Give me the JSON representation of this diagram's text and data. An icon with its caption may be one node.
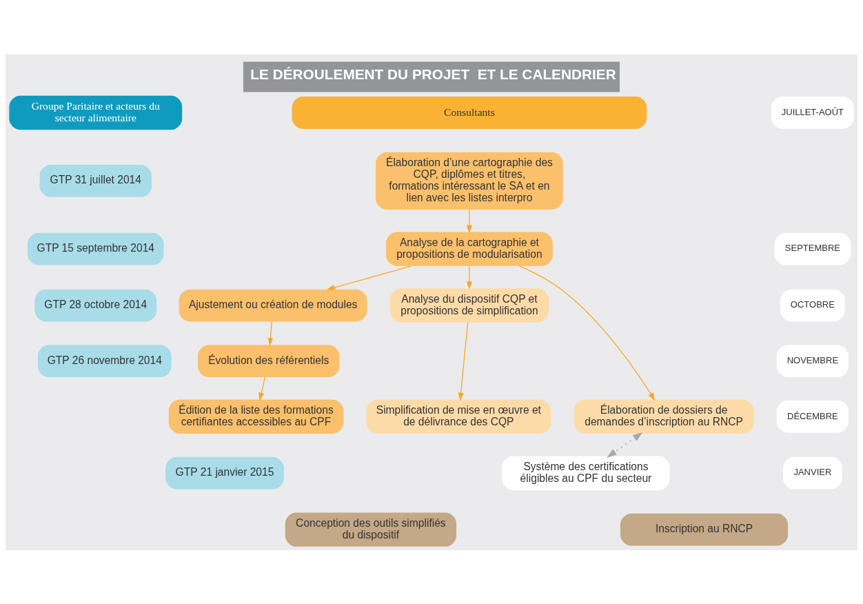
{
  "diagram": {
    "title": "LE DÉROULEMENT DU PROJET  ET LE CALENDRIER",
    "nodes": [
      {
        "text": [
          "Consultants"
        ]
      },
      {
        "text": [
          "Groupe Paritaire et acteurs du secteur alimentaire"
        ]
      },
      {
        "text": [
          "Élaboration d’une cartographie des CQP, diplômes et titres, formations intéressant le SA et en lien avec les listes interpro"
        ]
      },
      {
        "text": [
          "Analyse de la cartographie et propositions de modularisation"
        ]
      },
      {
        "text": [
          "Ajustement ou création de modules"
        ]
      },
      {
        "text": [
          "Analyse du dispositif CQP et propositions de simplification"
        ]
      },
      {
        "text": [
          "Évolution des référentiels"
        ]
      },
      {
        "text": [
          "Élaboration de dossiers de demandes d’inscription au RNCP"
        ]
      },
      {
        "text": [
          "Édition de la liste des formations certifiantes accessibles au CPF"
        ]
      },
      {
        "text": [
          "Simplification de mise en œuvre et de délivrance des CQP"
        ]
      },
      {
        "text": [
          "Inscription au RNCP"
        ]
      },
      {
        "text": [
          "Conception des outils simplifiés du dispositif"
        ]
      },
      {
        "text": [
          "Système des certifications éligibles au CPF du secteur"
        ]
      },
      {
        "text": [
          "GTP 31 juillet 2014"
        ]
      },
      {
        "text": [
          "GTP 15 septembre 2014"
        ]
      },
      {
        "text": [
          "GTP 28 octobre 2014"
        ]
      },
      {
        "text": [
          "GTP 26 novembre 2014"
        ]
      },
      {
        "text": [
          "GTP 21 janvier 2015"
        ]
      },
      {
        "text": [
          "JUILLET-AOÛT"
        ]
      },
      {
        "text": [
          "SEPTEMBRE"
        ]
      },
      {
        "text": [
          "OCTOBRE"
        ]
      },
      {
        "text": [
          "NOVEMBRE"
        ]
      },
      {
        "text": [
          "DÉCEMBRE"
        ]
      },
      {
        "text": [
          "JANVIER"
        ]
      }
    ],
    "edges": [
      {
        "from": 2,
        "to": 3,
        "arrow": "to"
      },
      {
        "from": 3,
        "to": 4,
        "arrow": "to"
      },
      {
        "from": 3,
        "to": 5,
        "arrow": "to"
      },
      {
        "from": 3,
        "to": 7,
        "arrow": "to"
      },
      {
        "from": 4,
        "to": 6,
        "arrow": "to"
      },
      {
        "from": 6,
        "to": 8,
        "arrow": "to"
      },
      {
        "from": 5,
        "to": 9,
        "arrow": "to"
      },
      {
        "from": 7,
        "to": 12,
        "arrow": "both",
        "style": "dashed",
        "color": "#a7a9ac"
      }
    ]
  }
}
